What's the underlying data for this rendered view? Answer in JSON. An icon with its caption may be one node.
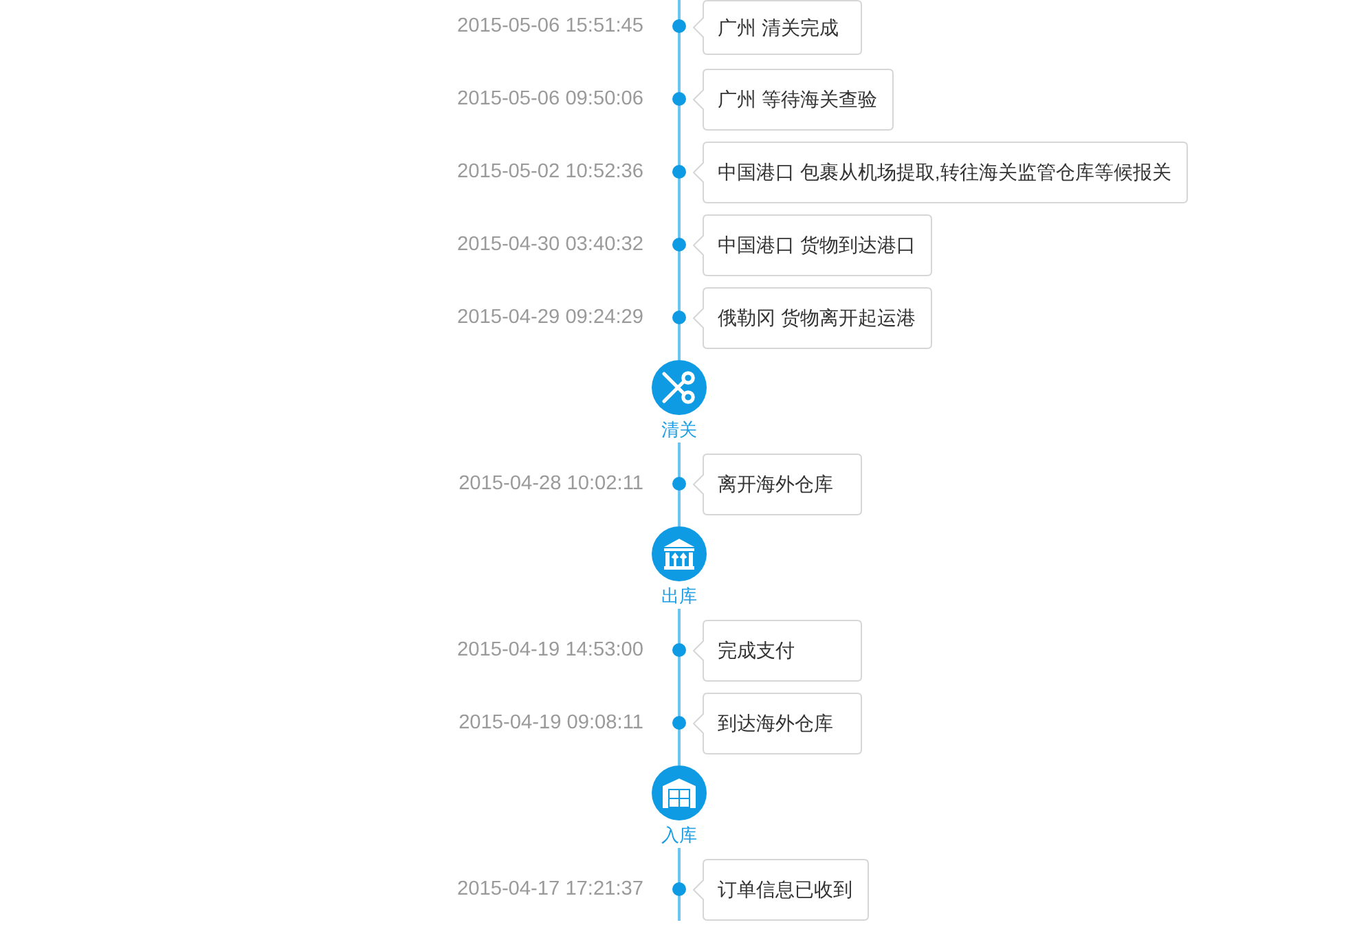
{
  "diagram": {
    "nodes": [
      {
        "text": [
          "广州 清关完成"
        ],
        "beside": [
          "2015-05-06 15:51:45"
        ]
      },
      {
        "text": [
          "广州 等待海关查验"
        ],
        "beside": [
          "2015-05-06 09:50:06"
        ]
      },
      {
        "text": [
          "中国港口 包裹从机场提取,转往海关监管仓库等候报关"
        ],
        "beside": [
          "2015-05-02 10:52:36"
        ]
      },
      {
        "text": [
          "中国港口 货物到达港口"
        ],
        "beside": [
          "2015-04-30 03:40:32"
        ]
      },
      {
        "text": [
          "俄勒冈 货物离开起运港"
        ],
        "beside": [
          "2015-04-29 09:24:29"
        ]
      },
      {
        "text": [
          "清关"
        ]
      },
      {
        "text": [
          "离开海外仓库"
        ],
        "beside": [
          "2015-04-28 10:02:11"
        ]
      },
      {
        "text": [
          "出库"
        ]
      },
      {
        "text": [
          "完成支付"
        ],
        "beside": [
          "2015-04-19 14:53:00"
        ]
      },
      {
        "text": [
          "到达海外仓库"
        ],
        "beside": [
          "2015-04-19 09:08:11"
        ]
      },
      {
        "text": [
          "入库"
        ]
      },
      {
        "text": [
          "订单信息已收到"
        ],
        "beside": [
          "2015-04-17 17:21:37"
        ]
      }
    ],
    "edges": [
      {
        "from": null,
        "to": 5,
        "arrow": "none"
      },
      {
        "from": 5,
        "to": 7,
        "arrow": "none"
      },
      {
        "from": 7,
        "to": 10,
        "arrow": "none"
      },
      {
        "from": 10,
        "to": null,
        "arrow": "none"
      }
    ]
  }
}
